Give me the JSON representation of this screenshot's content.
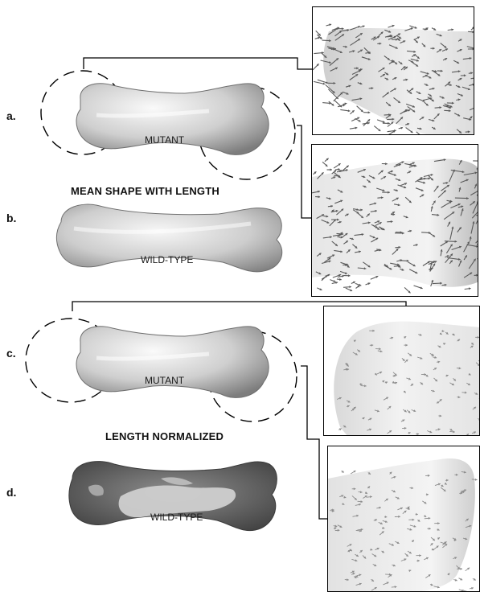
{
  "panels": [
    {
      "id": "a",
      "label": "a.",
      "bone_label": "MUTANT"
    },
    {
      "id": "b",
      "label": "b.",
      "bone_label": "WILD-TYPE"
    },
    {
      "id": "c",
      "label": "c.",
      "bone_label": "MUTANT"
    },
    {
      "id": "d",
      "label": "d.",
      "bone_label": "WILD-TYPE"
    }
  ],
  "sections": {
    "top_title": "MEAN SHAPE WITH LENGTH",
    "bottom_title": "LENGTH NORMALIZED"
  },
  "colors": {
    "bone_light": "#f2f2f2",
    "bone_mid": "#bdbdbd",
    "bone_dark": "#7a7a7a",
    "bone_d_dark": "#5e5e5e",
    "bone_d_light": "#c9c9c9",
    "arrow_dense": "#5a5a5a",
    "arrow_sparse": "#8c8c8c",
    "line": "#000000"
  },
  "insets": [
    {
      "id": "inset-1",
      "content": "dense-arrow-field-bone-end"
    },
    {
      "id": "inset-2",
      "content": "dense-arrow-field-bone-end"
    },
    {
      "id": "inset-3",
      "content": "sparse-arrow-field-bone-end"
    },
    {
      "id": "inset-4",
      "content": "sparse-arrow-field-bone-end"
    }
  ]
}
